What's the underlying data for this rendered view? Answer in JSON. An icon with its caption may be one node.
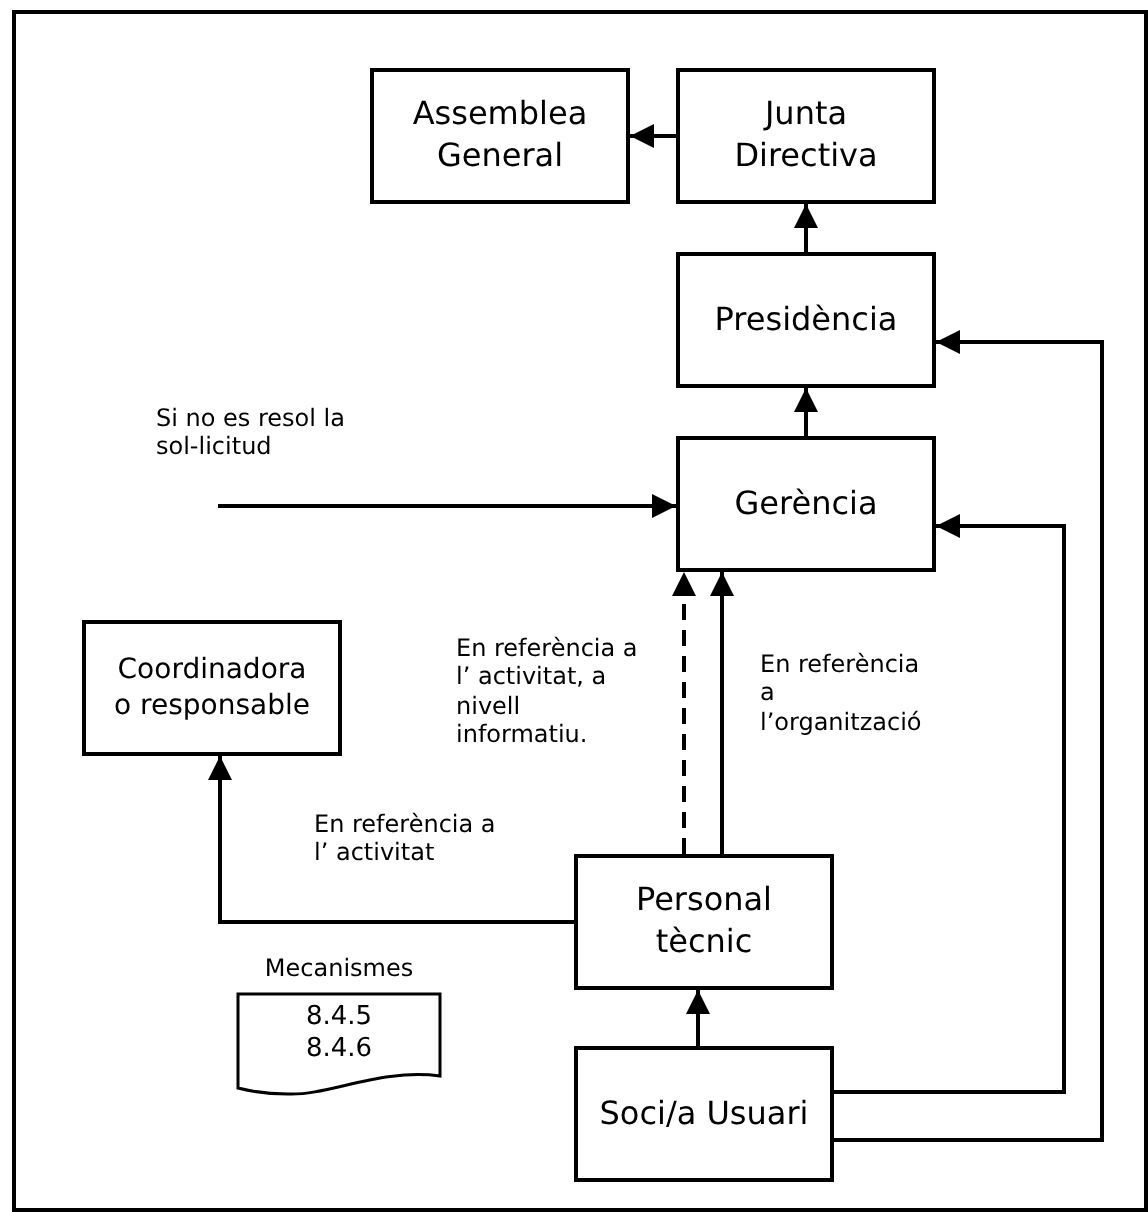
{
  "diagram": {
    "nodes": [
      {
        "text": [
          "Assemblea General"
        ]
      },
      {
        "text": [
          "Junta Directiva"
        ]
      },
      {
        "text": [
          "Presidència"
        ]
      },
      {
        "text": [
          "Gerència"
        ]
      },
      {
        "text": [
          "Coordinadora o responsable"
        ]
      },
      {
        "text": [
          "Personal tècnic"
        ]
      },
      {
        "text": [
          "8.4.5 8.4.6"
        ],
        "beside": [
          "Mecanismes"
        ]
      },
      {
        "text": [
          "Soci/a Usuari"
        ]
      }
    ],
    "edges": [
      {
        "from": 1,
        "to": 0,
        "arrow": "to"
      },
      {
        "from": 2,
        "to": 1,
        "arrow": "to"
      },
      {
        "from": 3,
        "to": 2,
        "arrow": "to"
      },
      {
        "from": null,
        "to": 3,
        "arrow": "to",
        "label": "Si no es resol la sol-licitud"
      },
      {
        "from": 5,
        "to": 3,
        "arrow": "to",
        "style": "dashed",
        "label": "En referència a l’ activitat, a nivell informatiu."
      },
      {
        "from": 5,
        "to": 3,
        "arrow": "to",
        "label": "En referència a l’organització"
      },
      {
        "from": 5,
        "to": 4,
        "arrow": "to",
        "label": "En referència a l’ activitat"
      },
      {
        "from": 7,
        "to": 5,
        "arrow": "to"
      },
      {
        "from": 7,
        "to": 3,
        "arrow": "to"
      },
      {
        "from": 7,
        "to": 2,
        "arrow": "to"
      }
    ]
  }
}
